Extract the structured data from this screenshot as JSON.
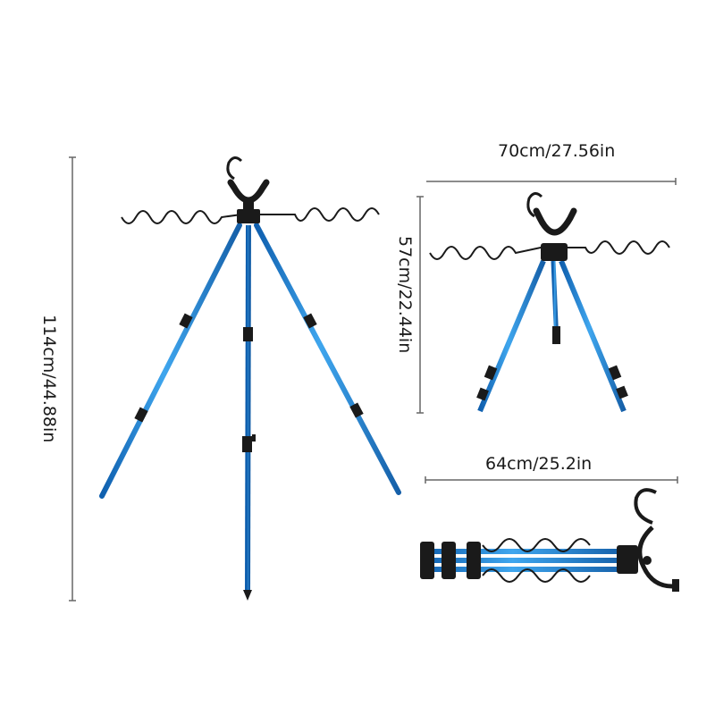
{
  "product": {
    "name": "fishing rod tripod stand",
    "colors": {
      "leg": "#1f7fd6",
      "leg_highlight": "#5cb8f0",
      "hardware": "#1a1a1a",
      "dim_line": "#555555"
    }
  },
  "dimensions": {
    "full_height": "114cm/44.88in",
    "rest_width": "70cm/27.56in",
    "short_height": "57cm/22.44in",
    "folded_length": "64cm/25.2in"
  },
  "views": [
    {
      "id": "extended",
      "description": "tripod fully extended"
    },
    {
      "id": "compact",
      "description": "tripod at minimum height"
    },
    {
      "id": "folded",
      "description": "tripod folded for transport"
    }
  ]
}
